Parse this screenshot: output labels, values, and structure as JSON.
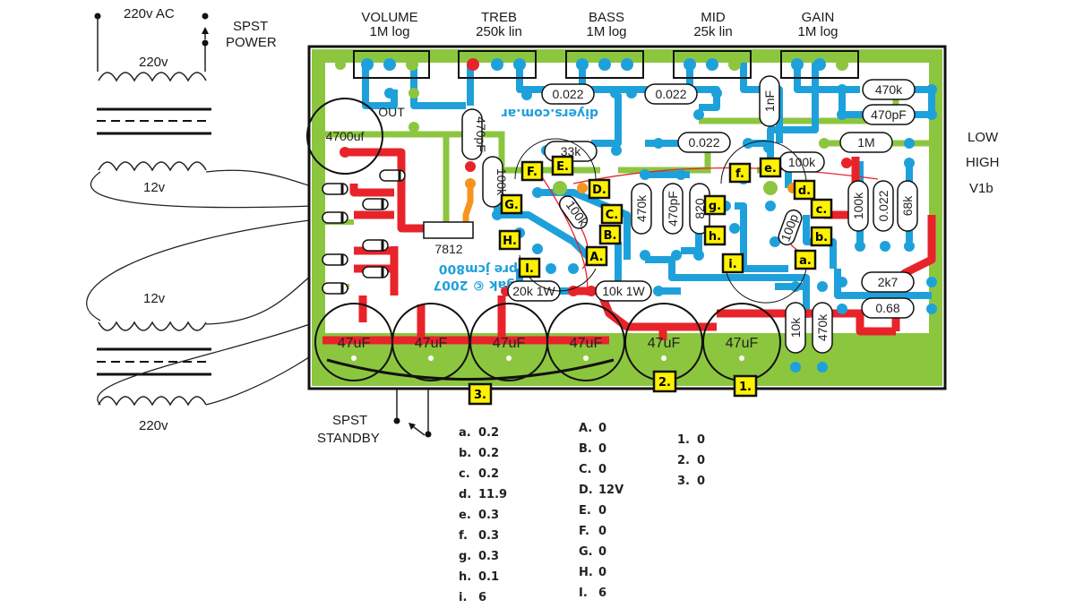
{
  "transformer": {
    "top_ac_label": "220v AC",
    "primary_top_label": "220v",
    "secondary_1_label": "12v",
    "secondary_2_label": "12v",
    "primary_bottom_label": "220v"
  },
  "switches": {
    "power_line_1": "SPST",
    "power_line_2": "POWER",
    "standby_line_1": "SPST",
    "standby_line_2": "STANDBY"
  },
  "pots": [
    {
      "name": "VOLUME",
      "value": "1M log"
    },
    {
      "name": "TREB",
      "value": "250k lin"
    },
    {
      "name": "BASS",
      "value": "1M log"
    },
    {
      "name": "MID",
      "value": "25k lin"
    },
    {
      "name": "GAIN",
      "value": "1M log"
    }
  ],
  "side_labels": {
    "low": "LOW",
    "high": "HIGH",
    "v1b": "V1b"
  },
  "board": {
    "out_label": "OUT",
    "brand_mirrored": "diyers.com.ar",
    "credit_line_1": "pre jcm800",
    "credit_line_2": "gak © 2007",
    "regulator": "7812",
    "big_cap": "4700uf"
  },
  "components": {
    "c_0022_a": "0.022",
    "c_0022_b": "0.022",
    "c_0022_c": "0.022",
    "c_0022_d": "0.022",
    "c_470pf_a": "470pF",
    "c_470pf_b": "470pF",
    "c_470pf_c": "470pF",
    "c_1nf": "1nF",
    "r_470k_a": "470k",
    "r_470k_b": "470k",
    "r_33k": "33k",
    "r_100k_a": "100k",
    "r_100k_b": "100k",
    "r_100k_c": "100k",
    "r_100k_d": "100k",
    "r_1m": "1M",
    "r_68k": "68k",
    "r_820": "820",
    "c_100p": "100p",
    "r_2k7": "2k7",
    "r_068": "0.68",
    "r_10k_a": "10k",
    "r_20k_1w": "20k 1W",
    "r_10k_1w": "10k 1W",
    "filter_cap": "47uF"
  },
  "tags": {
    "A": "A.",
    "B": "B.",
    "C": "C.",
    "D": "D.",
    "E": "E.",
    "F": "F.",
    "G": "G.",
    "H": "H.",
    "I": "I.",
    "a": "a.",
    "b": "b.",
    "c": "c.",
    "d": "d.",
    "e": "e.",
    "f": "f.",
    "g": "g.",
    "h": "h.",
    "i": "i.",
    "n1": "1.",
    "n2": "2.",
    "n3": "3."
  },
  "readings_lower": [
    {
      "key": "a.",
      "value": "0.2"
    },
    {
      "key": "b.",
      "value": "0.2"
    },
    {
      "key": "c.",
      "value": "0.2"
    },
    {
      "key": "d.",
      "value": "11.9"
    },
    {
      "key": "e.",
      "value": "0.3"
    },
    {
      "key": "f.",
      "value": "0.3"
    },
    {
      "key": "g.",
      "value": "0.3"
    },
    {
      "key": "h.",
      "value": "0.1"
    },
    {
      "key": "i.",
      "value": "6"
    }
  ],
  "readings_upper": [
    {
      "key": "A.",
      "value": "0"
    },
    {
      "key": "B.",
      "value": "0"
    },
    {
      "key": "C.",
      "value": "0"
    },
    {
      "key": "D.",
      "value": "12V"
    },
    {
      "key": "E.",
      "value": "0"
    },
    {
      "key": "F.",
      "value": "0"
    },
    {
      "key": "G.",
      "value": "0"
    },
    {
      "key": "H.",
      "value": "0"
    },
    {
      "key": "I.",
      "value": "6"
    }
  ],
  "readings_numeric": [
    {
      "key": "1.",
      "value": "0"
    },
    {
      "key": "2.",
      "value": "0"
    },
    {
      "key": "3.",
      "value": "0"
    }
  ],
  "colors": {
    "board_green": "#8cc63f",
    "trace_blue": "#1ea1db",
    "trace_red": "#e8232a",
    "trace_orange": "#f7941d",
    "tag_yellow": "#fff200"
  }
}
